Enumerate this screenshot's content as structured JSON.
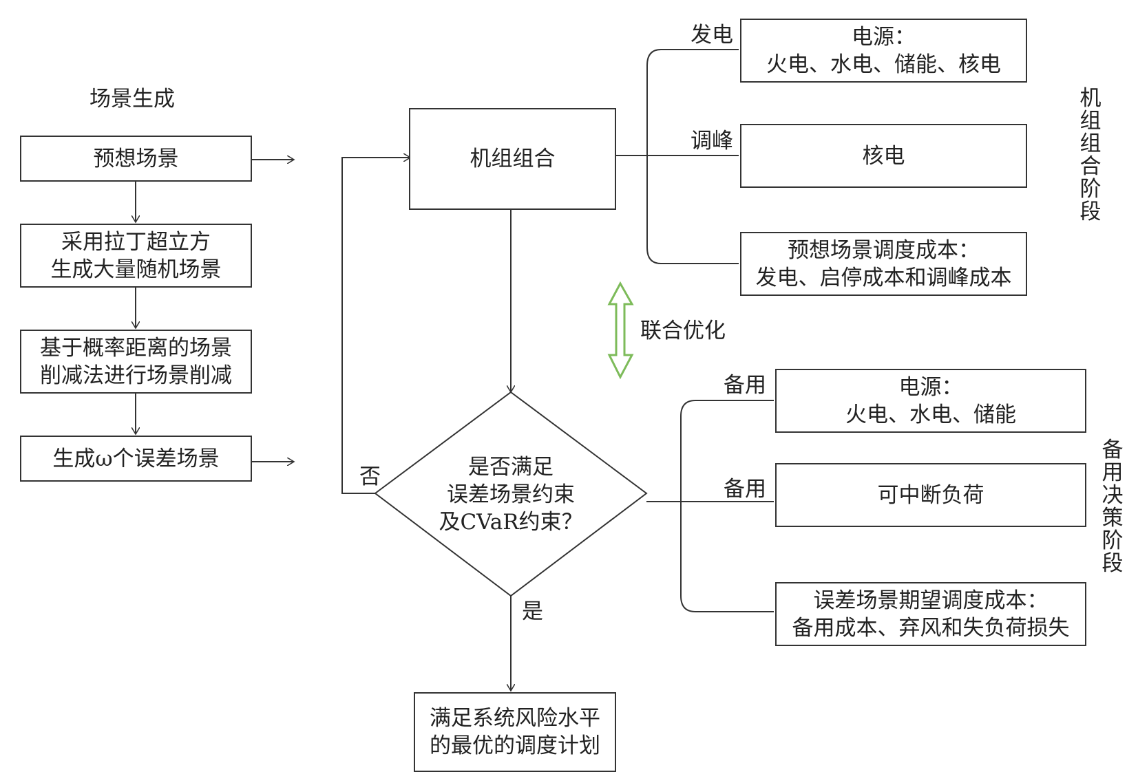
{
  "diagram": {
    "scene_title": "场景生成",
    "left": {
      "expected_scene": "预想场景",
      "lhs_line1": "采用拉丁超立方",
      "lhs_line2": "生成大量随机场景",
      "reduce_line1": "基于概率距离的场景",
      "reduce_line2": "削减法进行场景削减",
      "error_scene": "生成ω个误差场景"
    },
    "center": {
      "unit_commitment": "机组组合",
      "decision_line1": "是否满足",
      "decision_line2": "误差场景约束",
      "decision_line3": "及CVaR约束？",
      "no_label": "否",
      "yes_label": "是",
      "result_line1": "满足系统风险水平",
      "result_line2": "的最优的调度计划",
      "joint_opt": "联合优化"
    },
    "top_right": {
      "branch1": "发电",
      "box1_line1": "电源：",
      "box1_line2": "火电、水电、储能、核电",
      "branch2": "调峰",
      "box2": "核电",
      "box3_line1": "预想场景调度成本：",
      "box3_line2": "发电、启停成本和调峰成本",
      "stage": "机组组合阶段"
    },
    "bottom_right": {
      "branch1": "备用",
      "box1_line1": "电源：",
      "box1_line2": "火电、水电、储能",
      "branch2": "备用",
      "box2": "可中断负荷",
      "box3_line1": "误差场景期望调度成本：",
      "box3_line2": "备用成本、弃风和失负荷损失",
      "stage": "备用决策阶段"
    },
    "colors": {
      "line": "#333333",
      "arrow_fill": "#ffffff",
      "arrow_stroke": "#7dbb5a"
    }
  }
}
